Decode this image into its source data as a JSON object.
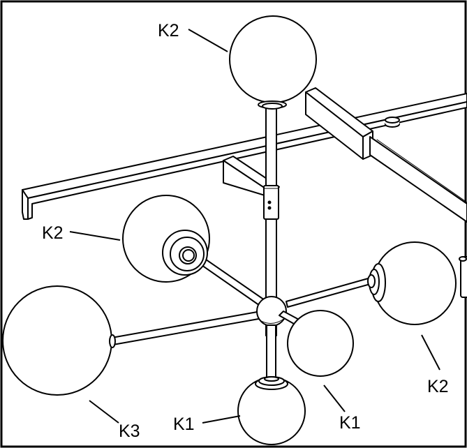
{
  "diagram": {
    "callouts": [
      {
        "id": "k2-top",
        "text": "K2"
      },
      {
        "id": "k2-left",
        "text": "K2"
      },
      {
        "id": "k2-right",
        "text": "K2"
      },
      {
        "id": "k1-front",
        "text": "K1"
      },
      {
        "id": "k1-bottom",
        "text": "K1"
      },
      {
        "id": "k3-left",
        "text": "K3"
      }
    ]
  }
}
